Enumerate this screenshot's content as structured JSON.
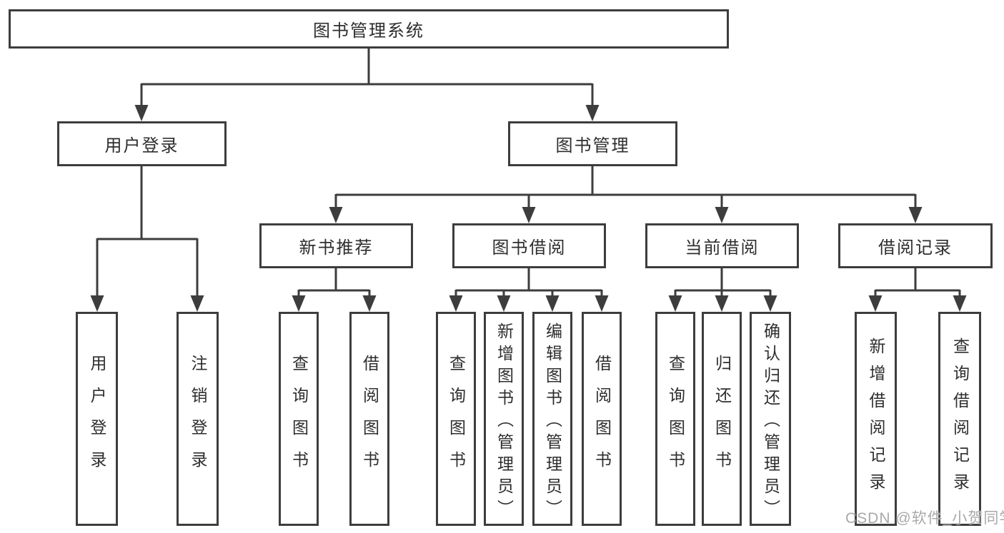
{
  "colors": {
    "background": "#ffffff",
    "box_bg": "#ffffff",
    "line": "#3d3d3d",
    "text": "#2e2e2e",
    "watermark": "#a9a9a9"
  },
  "watermark": {
    "text": "CSDN @软件_小贺同学"
  },
  "tree": {
    "label": "图书管理系统",
    "children": [
      {
        "label": "用户登录",
        "children": [
          {
            "label": "用户登录"
          },
          {
            "label": "注销登录"
          }
        ]
      },
      {
        "label": "图书管理",
        "children": [
          {
            "label": "新书推荐",
            "children": [
              {
                "label": "查询图书"
              },
              {
                "label": "借阅图书"
              }
            ]
          },
          {
            "label": "图书借阅",
            "children": [
              {
                "label": "查询图书"
              },
              {
                "label": "新增图书（管理员）"
              },
              {
                "label": "编辑图书（管理员）"
              },
              {
                "label": "借阅图书"
              }
            ]
          },
          {
            "label": "当前借阅",
            "children": [
              {
                "label": "查询图书"
              },
              {
                "label": "归还图书"
              },
              {
                "label": "确认归还（管理员）"
              }
            ]
          },
          {
            "label": "借阅记录",
            "children": [
              {
                "label": "新增借阅记录"
              },
              {
                "label": "查询借阅记录"
              }
            ]
          }
        ]
      }
    ]
  }
}
